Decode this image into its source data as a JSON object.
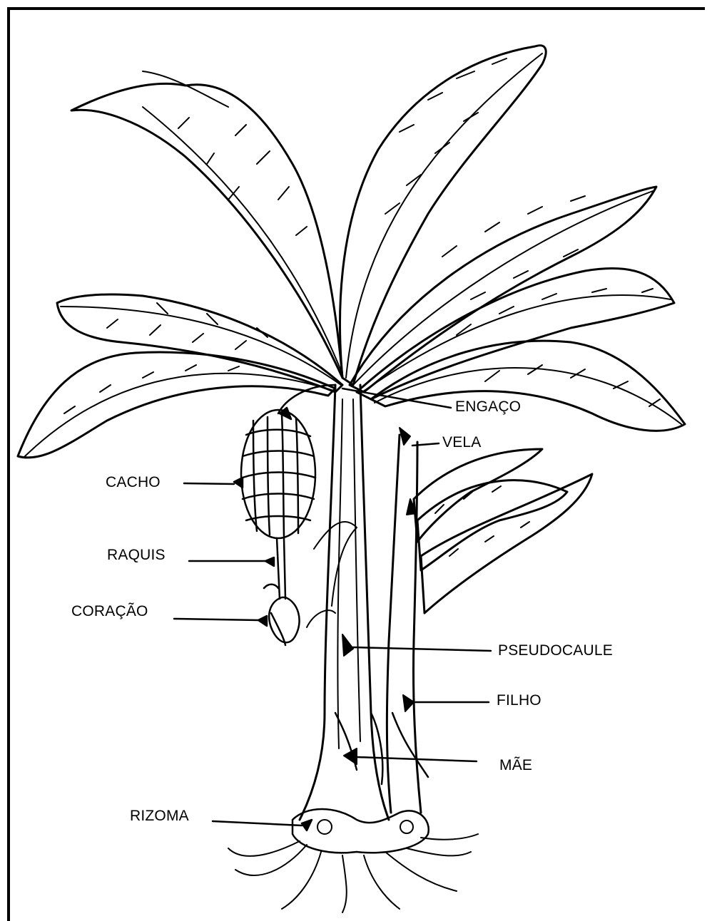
{
  "labels": {
    "engaco": "ENGAÇO",
    "vela": "VELA",
    "cacho": "CACHO",
    "raquis": "RAQUIS",
    "coracao": "CORAÇÃO",
    "pseudocaule": "PSEUDOCAULE",
    "filho": "FILHO",
    "mae": "MÃE",
    "rizoma": "RIZOMA"
  },
  "colors": {
    "ink": "#000000",
    "paper": "#ffffff"
  }
}
